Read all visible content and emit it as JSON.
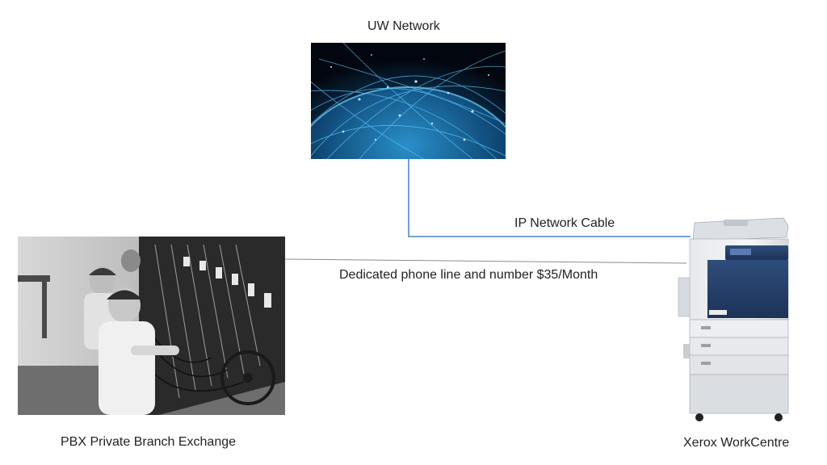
{
  "labels": {
    "network": "UW Network",
    "ip_cable": "IP Network Cable",
    "phone_line": "Dedicated phone line and number $35/Month",
    "pbx": "PBX Private Branch Exchange",
    "xerox": "Xerox WorkCentre"
  },
  "colors": {
    "ip_cable": "#4a7ec8",
    "phone_line": "#8c8c8c",
    "globe_glow": "#3ab8f0"
  }
}
